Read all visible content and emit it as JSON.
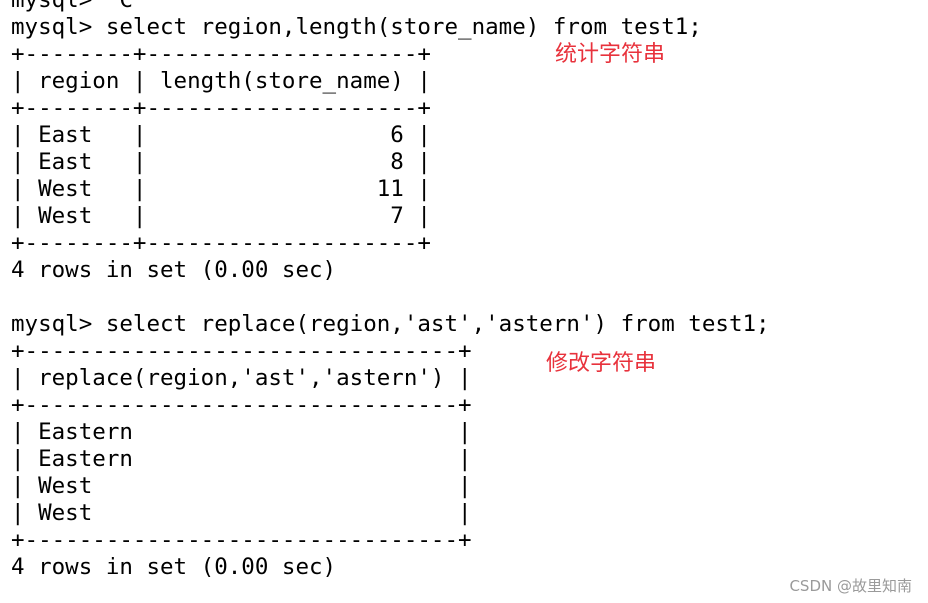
{
  "terminal": {
    "lines": [
      "mysql> ^C",
      "mysql> select region,length(store_name) from test1;",
      "+--------+--------------------+",
      "| region | length(store_name) |",
      "+--------+--------------------+",
      "| East   |                  6 |",
      "| East   |                  8 |",
      "| West   |                 11 |",
      "| West   |                  7 |",
      "+--------+--------------------+",
      "4 rows in set (0.00 sec)",
      "",
      "mysql> select replace(region,'ast','astern') from test1;",
      "+--------------------------------+",
      "| replace(region,'ast','astern') |",
      "+--------------------------------+",
      "| Eastern                        |",
      "| Eastern                        |",
      "| West                           |",
      "| West                           |",
      "+--------------------------------+",
      "4 rows in set (0.00 sec)"
    ]
  },
  "annotations": {
    "length_note": "统计字符串",
    "replace_note": "修改字符串"
  },
  "watermark": "CSDN @故里知南",
  "colors": {
    "background": "#ffffff",
    "terminal_text": "#000000",
    "annotation": "#e8323c",
    "watermark": "#9a9a9a"
  }
}
